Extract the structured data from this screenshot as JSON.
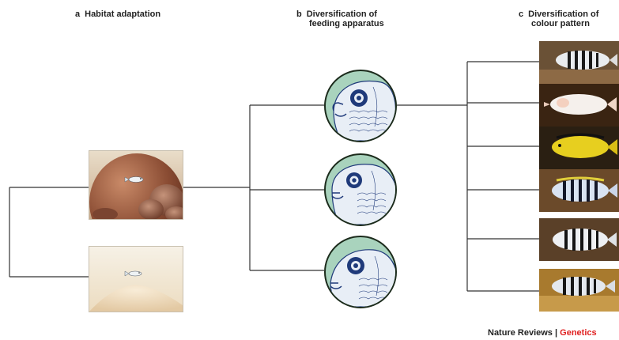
{
  "panels": {
    "a": {
      "letter": "a",
      "title": "Habitat adaptation"
    },
    "b": {
      "letter": "b",
      "title_line1": "Diversification of",
      "title_line2": "feeding apparatus"
    },
    "c": {
      "letter": "c",
      "title_line1": "Diversification of",
      "title_line2": "colour pattern"
    }
  },
  "footer": {
    "journal": "Nature Reviews",
    "separator": " | ",
    "section": "Genetics"
  },
  "colors": {
    "line": "#333333",
    "head_bg": "#a9d3bd",
    "fish_ink": "#1f3a7a",
    "footer_accent": "#e02020"
  },
  "icons": {
    "habitats": [
      "rocky-habitat-illustration",
      "sandy-habitat-illustration"
    ],
    "heads": [
      "cichlid-head-illustration-1",
      "cichlid-head-illustration-2",
      "cichlid-head-illustration-3"
    ],
    "photos": [
      "striped-cichlid-photo",
      "white-cichlid-photo",
      "yellow-cichlid-photo",
      "blue-barred-cichlid-photo",
      "barred-cichlid-photo",
      "banded-cichlid-photo"
    ]
  }
}
